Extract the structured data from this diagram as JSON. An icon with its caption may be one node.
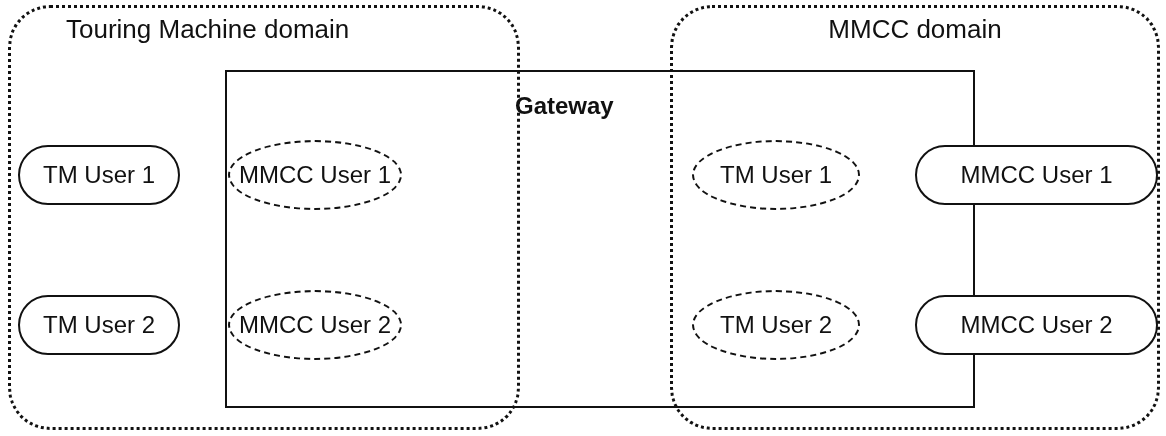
{
  "diagram": {
    "nodes": [
      {
        "text": [
          "Touring Machine domain"
        ]
      },
      {
        "text": [
          "TM User 1"
        ],
        "in": 0
      },
      {
        "text": [
          "TM User 2"
        ],
        "in": 0
      },
      {
        "text": [
          "Gateway"
        ]
      },
      {
        "text": [
          "MMCC User 1"
        ]
      },
      {
        "text": [
          "MMCC User 2"
        ]
      },
      {
        "text": [
          "TM User 1"
        ]
      },
      {
        "text": [
          "TM User 2"
        ]
      },
      {
        "text": [
          "MMCC domain"
        ]
      },
      {
        "text": [
          "MMCC User 1"
        ],
        "in": 8
      },
      {
        "text": [
          "MMCC User 2"
        ],
        "in": 8
      }
    ]
  }
}
